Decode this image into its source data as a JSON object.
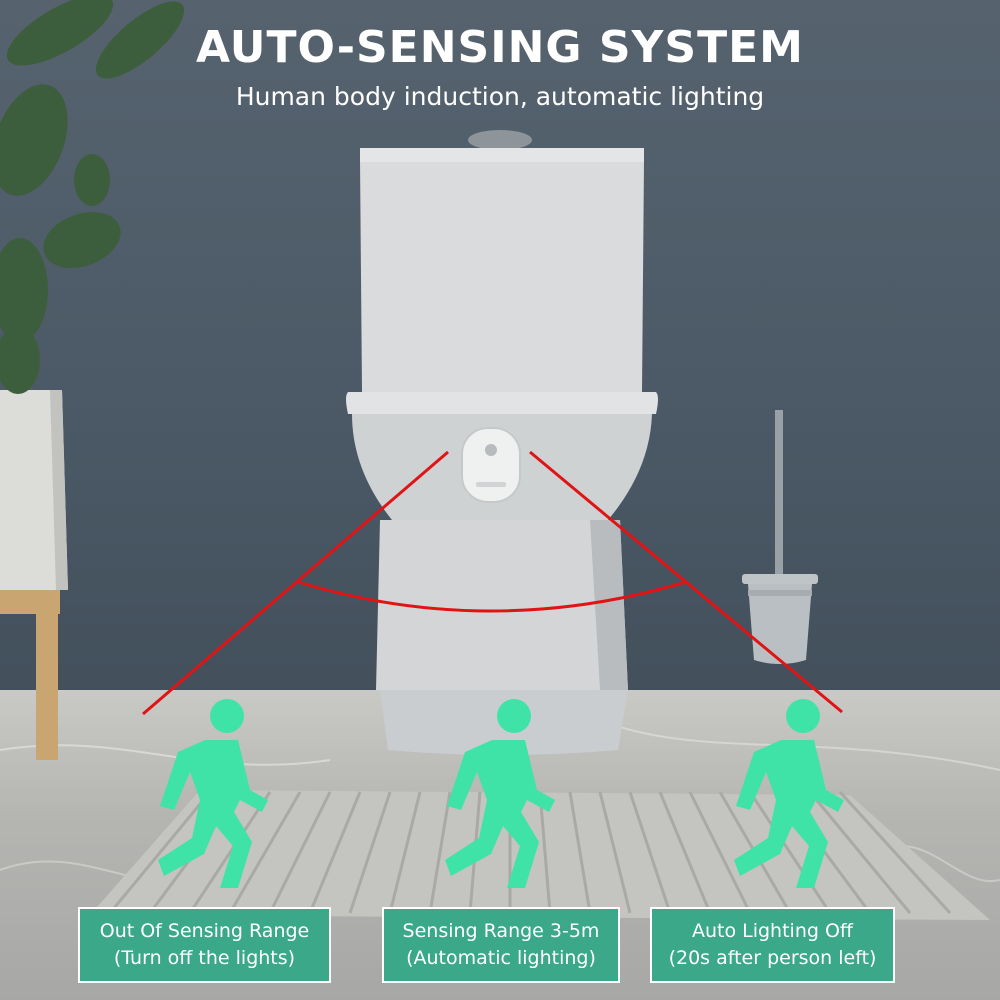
{
  "header": {
    "title": "AUTO-SENSING SYSTEM",
    "subtitle": "Human body induction, automatic lighting"
  },
  "labels": [
    {
      "line1": "Out Of Sensing Range",
      "line2": "(Turn off the lights)"
    },
    {
      "line1": "Sensing Range 3-5m",
      "line2": "(Automatic lighting)"
    },
    {
      "line1": "Auto Lighting Off",
      "line2": "(20s after person left)"
    }
  ],
  "colors": {
    "figure_green": "#3fe3a8",
    "label_green": "#3aa889",
    "beam_red": "#e01414",
    "wall": "#4c5a67"
  },
  "icons": [
    "walking-person-icon",
    "motion-sensor-icon",
    "cactus-plant-icon",
    "toilet-brush-icon"
  ]
}
